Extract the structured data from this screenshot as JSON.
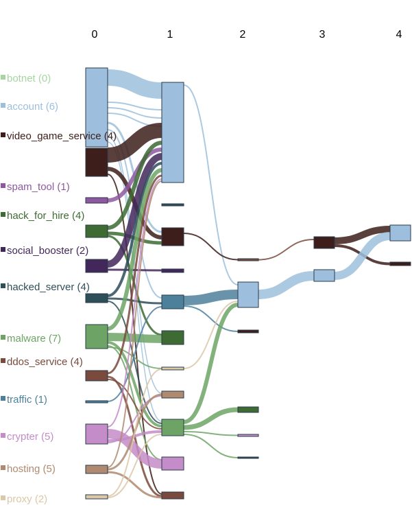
{
  "columns": [
    "0",
    "1",
    "2",
    "3",
    "4"
  ],
  "categories": [
    {
      "key": "botnet",
      "label": "botnet (0)",
      "color": "#a6d6a0"
    },
    {
      "key": "account",
      "label": "account (6)",
      "color": "#9dbfdd"
    },
    {
      "key": "video_game_service",
      "label": "video_game_service (4)",
      "color": "#3d1e1a"
    },
    {
      "key": "spam_tool",
      "label": "spam_tool (1)",
      "color": "#8e58a0"
    },
    {
      "key": "hack_for_hire",
      "label": "hack_for_hire (4)",
      "color": "#3d6b33"
    },
    {
      "key": "social_booster",
      "label": "social_booster (2)",
      "color": "#42285a"
    },
    {
      "key": "hacked_server",
      "label": "hacked_server (4)",
      "color": "#2e4e5a"
    },
    {
      "key": "malware",
      "label": "malware (7)",
      "color": "#6da465"
    },
    {
      "key": "ddos_service",
      "label": "ddos_service (4)",
      "color": "#7a4a3c"
    },
    {
      "key": "traffic",
      "label": "traffic (1)",
      "color": "#4d809b"
    },
    {
      "key": "crypter",
      "label": "crypter (5)",
      "color": "#c48cc8"
    },
    {
      "key": "hosting",
      "label": "hosting (5)",
      "color": "#b08a70"
    },
    {
      "key": "proxy",
      "label": "proxy (2)",
      "color": "#dcc7a8"
    }
  ]
}
